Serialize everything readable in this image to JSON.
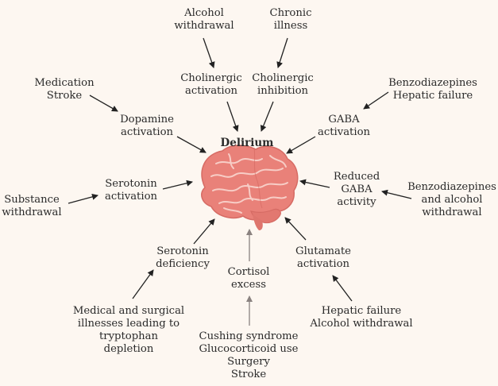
{
  "center": {
    "title": "Delirium"
  },
  "nodes": {
    "alcohol_withdrawal": "Alcohol\nwithdrawal",
    "chronic_illness": "Chronic\nillness",
    "cholinergic_activation": "Cholinergic\nactivation",
    "cholinergic_inhibition": "Cholinergic\ninhibition",
    "medication_stroke": "Medication\nStroke",
    "dopamine_activation": "Dopamine\nactivation",
    "benzo_hepatic": "Benzodiazepines\nHepatic failure",
    "gaba_activation": "GABA\nactivation",
    "serotonin_activation": "Serotonin\nactivation",
    "substance_withdrawal": "Substance\nwithdrawal",
    "reduced_gaba": "Reduced\nGABA\nactivity",
    "benzo_alcohol_withdrawal": "Benzodiazepines\nand alcohol\nwithdrawal",
    "serotonin_deficiency": "Serotonin\ndeficiency",
    "medical_surgical": "Medical and surgical\nillnesses leading to\ntryptophan\ndepletion",
    "cortisol_excess": "Cortisol\nexcess",
    "cushing_etc": "Cushing syndrome\nGlucocorticoid use\nSurgery\nStroke",
    "glutamate_activation": "Glutamate\nactivation",
    "hepatic_alcohol": "Hepatic failure\nAlcohol withdrawal"
  },
  "colors": {
    "brain_fill": "#e98179",
    "brain_line": "#f6c9c2",
    "arrow": "#222222",
    "arrow_muted": "#8a8280",
    "background": "#fdf7f1"
  }
}
